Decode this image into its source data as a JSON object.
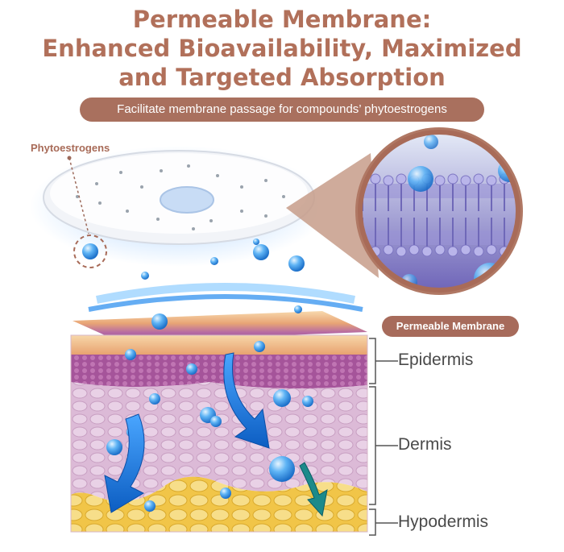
{
  "title": {
    "line1": "Permeable Membrane:",
    "line2": "Enhanced Bioavailability, Maximized",
    "line3": "and Targeted Absorption"
  },
  "subtitle": "Facilitate membrane passage for compounds’ phytoestrogens",
  "labels": {
    "phytoestrogens": "Phytoestrogens",
    "permeable_membrane": "Permeable Membrane"
  },
  "skin_layers": [
    {
      "name": "Epidermis"
    },
    {
      "name": "Dermis"
    },
    {
      "name": "Hypodermis"
    }
  ],
  "colors": {
    "title": "#b1705a",
    "accent_pill": "#a9705e",
    "epidermis": "#a85e9a",
    "dermis": "#d9b6d4",
    "hypodermis": "#f0c84a",
    "droplet": "#3d97e6",
    "lipid_bilayer": "#8f8acf"
  }
}
